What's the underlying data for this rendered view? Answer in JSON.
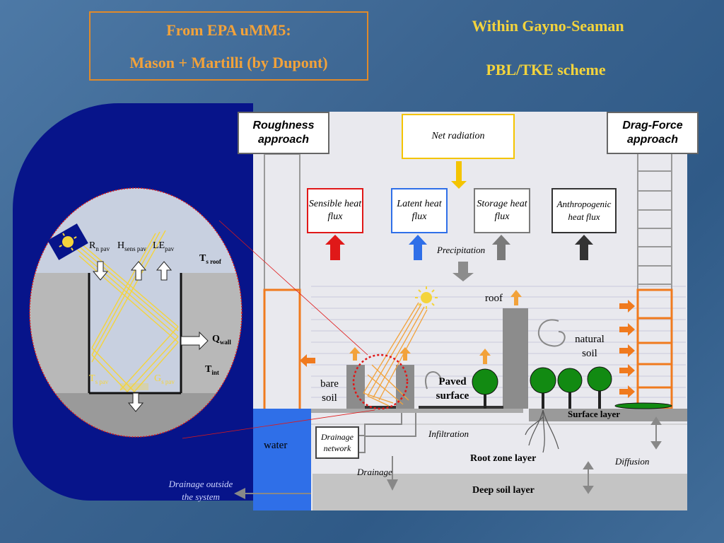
{
  "title": {
    "line1": "From EPA uMM5:",
    "line2": "Mason + Martilli (by Dupont)"
  },
  "subtitle": {
    "line1": "Within Gayno-Seaman",
    "line2": "PBL/TKE scheme"
  },
  "approach": {
    "roughness": "Roughness approach",
    "drag": "Drag-Force approach"
  },
  "fluxes": {
    "net_radiation": "Net radiation",
    "sensible": "Sensible heat flux",
    "latent": "Latent heat flux",
    "storage": "Storage heat flux",
    "anthropogenic": "Anthropogenic heat flux",
    "precipitation": "Precipitation"
  },
  "surfaces": {
    "roof": "roof",
    "natural_soil": "natural soil",
    "bare_soil": "bare soil",
    "paved_surface": "Paved surface",
    "water": "water",
    "surface_layer": "Surface layer",
    "root_zone": "Root zone layer",
    "deep_soil": "Deep soil layer",
    "drainage_network": "Drainage network",
    "infiltration": "Infiltration",
    "drainage": "Drainage",
    "diffusion": "Diffusion",
    "drainage_outside": "Drainage outside the system"
  },
  "zoom": {
    "rn": "R",
    "rn_sub": "n pav",
    "h": "H",
    "h_sub": "sens pav",
    "le": "LE",
    "le_sub": "pav",
    "ts_roof": "T",
    "ts_roof_sub": "s roof",
    "q_wall": "Q",
    "q_wall_sub": "wall",
    "t_int": "T",
    "t_int_sub": "int",
    "ts_pav": "T",
    "ts_pav_sub": "s pav",
    "g_pav": "G",
    "g_pav_sub": "s pav"
  },
  "colors": {
    "orange": "#f2a23a",
    "yellow": "#f4d43c",
    "sensible": "#e01818",
    "latent": "#2f6fe8",
    "storage": "#7a7a7a",
    "anthropogenic": "#333333",
    "navy": "#07148a",
    "water": "#2f6fe8"
  }
}
